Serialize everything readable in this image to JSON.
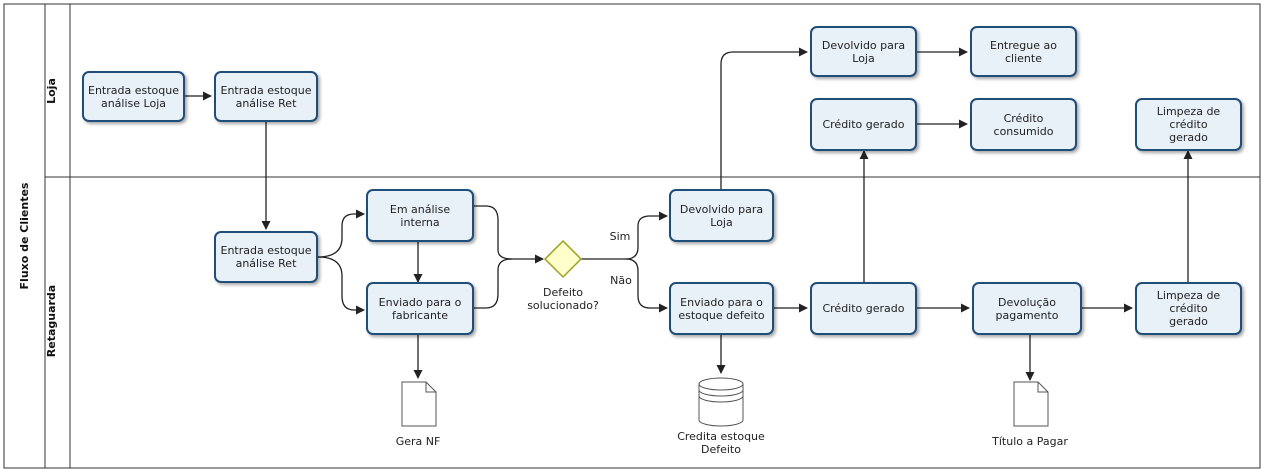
{
  "pool": {
    "title": "Fluxo de Clientes",
    "lanes": [
      {
        "id": "loja",
        "label": "Loja"
      },
      {
        "id": "retaguarda",
        "label": "Retaguarda"
      }
    ]
  },
  "tasks": {
    "t_entrada_loja": "Entrada estoque\nanálise Loja",
    "t_entrada_ret_top": "Entrada estoque\nanálise Ret",
    "t_entrada_ret": "Entrada estoque\nanálise Ret",
    "t_analise_interna": "Em análise interna",
    "t_fabricante": "Enviado para o\nfabricante",
    "t_devolvido_ret": "Devolvido para Loja",
    "t_estoque_defeito": "Enviado para o\nestoque defeito",
    "t_devolvido_loja": "Devolvido para Loja",
    "t_entregue": "Entregue ao cliente",
    "t_credito_loja": "Crédito gerado",
    "t_credito_consumido": "Crédito consumido",
    "t_credito_ret": "Crédito gerado",
    "t_devolucao_pagamento": "Devolução pagamento",
    "t_limpeza_ret": "Limpeza de crédito\ngerado",
    "t_limpeza_loja": "Limpeza de crédito\ngerado"
  },
  "gateway": {
    "label": "Defeito\nsolucionado?",
    "yes": "Sim",
    "no": "Não"
  },
  "artifacts": {
    "gera_nf": "Gera NF",
    "credita_estoque": "Credita estoque\nDefeito",
    "titulo_pagar": "Título a Pagar"
  },
  "colors": {
    "task_fill": "#e9f1f8",
    "task_border": "#1f4e79",
    "gateway_fill": "#ffffcc",
    "gateway_border": "#a0a020",
    "line": "#222222"
  }
}
